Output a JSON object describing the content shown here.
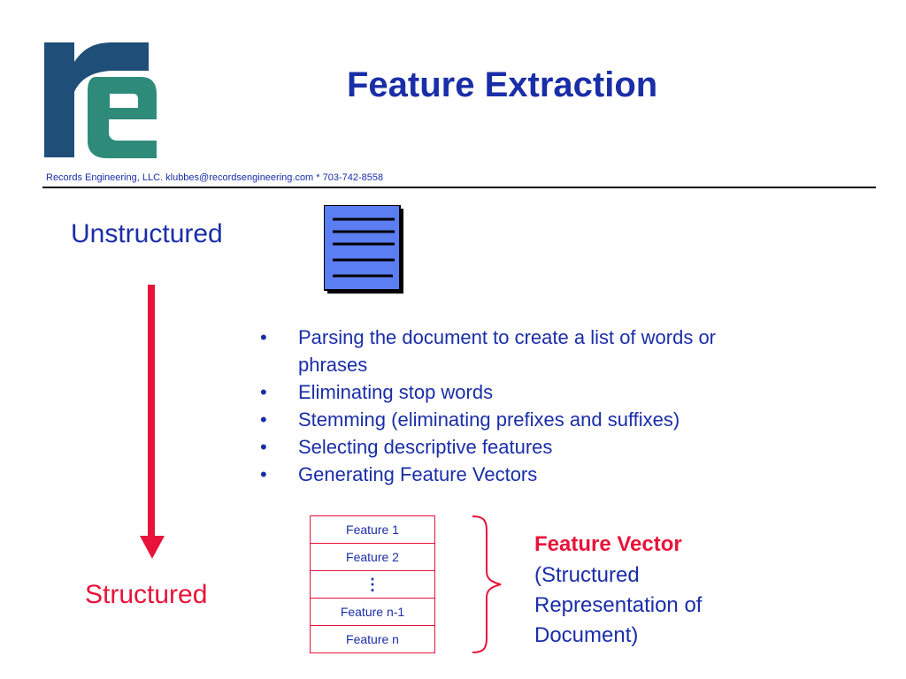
{
  "header": {
    "title": "Feature Extraction",
    "contact": "Records Engineering, LLC. klubbes@recordsengineering.com * 703-742-8558",
    "logo_icon": "records-engineering-re-logo",
    "logo_colors": {
      "dark": "#1f4e79",
      "teal": "#2e8b7a"
    }
  },
  "flow": {
    "top_label": "Unstructured",
    "bottom_label": "Structured",
    "arrow_color": "#e8133a",
    "document_icon": "document-icon",
    "document_color": "#5b7ff2"
  },
  "steps": [
    "Parsing the document to create a list of words or phrases",
    "Eliminating stop words",
    "Stemming (eliminating prefixes and suffixes)",
    "Selecting descriptive features",
    "Generating Feature Vectors"
  ],
  "bullet_char": "•",
  "feature_vector": {
    "rows": [
      "Feature 1",
      "Feature 2",
      "⋮",
      "Feature n-1",
      "Feature n"
    ],
    "title": "Feature Vector",
    "description": "(Structured Representation of Document)"
  },
  "colors": {
    "blue_text": "#1a2ea8",
    "red": "#e8133a"
  }
}
